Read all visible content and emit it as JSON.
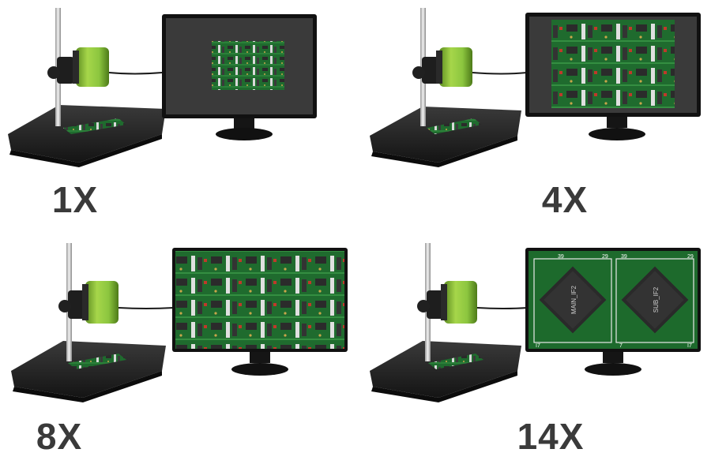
{
  "labels": {
    "panel1": "1X",
    "panel2": "4X",
    "panel3": "8X",
    "panel4": "14X"
  },
  "screen_text": {
    "chip_left": "MAIN_IF2",
    "chip_right": "SUB_IF2",
    "corner_marks": [
      "39",
      "29",
      "39",
      "29",
      "I7",
      "7",
      "I7"
    ]
  },
  "colors": {
    "camera_green": "#8cc63f",
    "base_black": "#1a1a1a",
    "monitor_bezel": "#111111",
    "pcb_green": "#1f6b2e",
    "label_gray": "#3a3a3a"
  },
  "icons": [
    "microscope-stand",
    "camera-head",
    "monitor",
    "pcb-board"
  ]
}
